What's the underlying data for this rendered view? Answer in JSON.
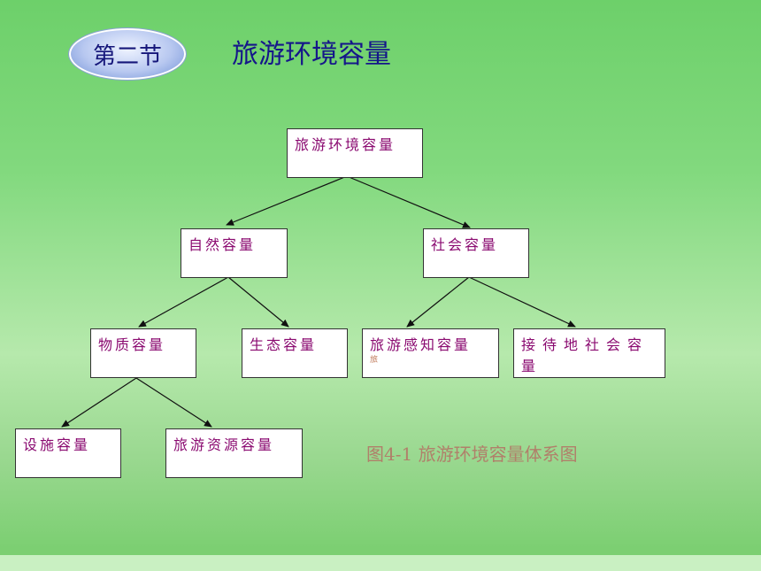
{
  "header": {
    "section_label": "第二节",
    "title": "旅游环境容量"
  },
  "diagram": {
    "nodes": {
      "root": "旅游环境容量",
      "natural": "自然容量",
      "social": "社会容量",
      "material": "物质容量",
      "ecological": "生态容量",
      "perception": "旅游感知容量",
      "perception_note": "旅",
      "host": "接待地社会容量",
      "facility": "设施容量",
      "resource": "旅游资源容量"
    },
    "caption": "图4-1 旅游环境容量体系图"
  },
  "colors": {
    "node_text": "#8a0a70",
    "title": "#15168a",
    "caption": "#b0806a"
  }
}
